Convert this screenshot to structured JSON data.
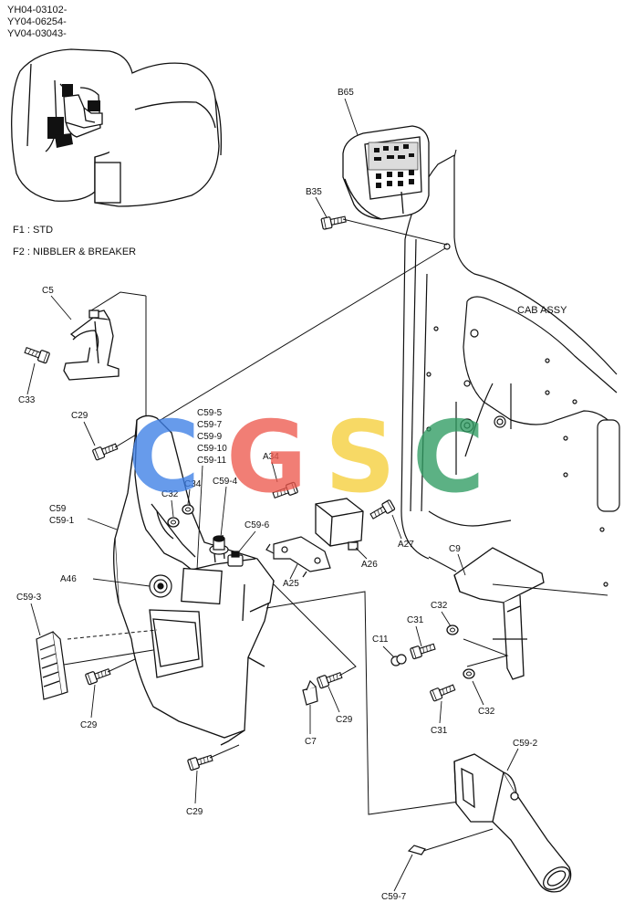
{
  "serial_numbers": [
    "YH04-03102-",
    "YY04-06254-",
    "YV04-03043-"
  ],
  "legend": [
    {
      "code": "F1",
      "desc": "STD"
    },
    {
      "code": "F2",
      "desc": "NIBBLER & BREAKER"
    }
  ],
  "labels": {
    "b65": "B65",
    "b35": "B35",
    "cab_assy": "CAB ASSY",
    "c5": "C5",
    "c33": "C33",
    "c29_top": "C29",
    "c59_group": [
      "C59-5",
      "C59-7",
      "C59-9",
      "C59-10",
      "C59-11"
    ],
    "a34": "A34",
    "c32_left": "C32",
    "c34": "C34",
    "c59_4": "C59-4",
    "c59": "C59",
    "c59_1": "C59-1",
    "c59_6": "C59-6",
    "a27": "A27",
    "a26": "A26",
    "a25": "A25",
    "a46": "A46",
    "c9": "C9",
    "c59_3": "C59-3",
    "c32_mid": "C32",
    "c31_top": "C31",
    "c11": "C11",
    "c29_left": "C29",
    "c7": "C7",
    "c29_mid": "C29",
    "c31_bot": "C31",
    "c32_bot": "C32",
    "c29_bottom": "C29",
    "c59_2": "C59-2",
    "c59_7": "C59-7"
  },
  "watermark": {
    "letters": [
      "C",
      "G",
      "S",
      "C"
    ],
    "colors": [
      "#3d7fe6",
      "#ee5a4f",
      "#f6cf3b",
      "#2f9c62"
    ]
  },
  "colors": {
    "line": "#111111",
    "background": "#ffffff"
  }
}
